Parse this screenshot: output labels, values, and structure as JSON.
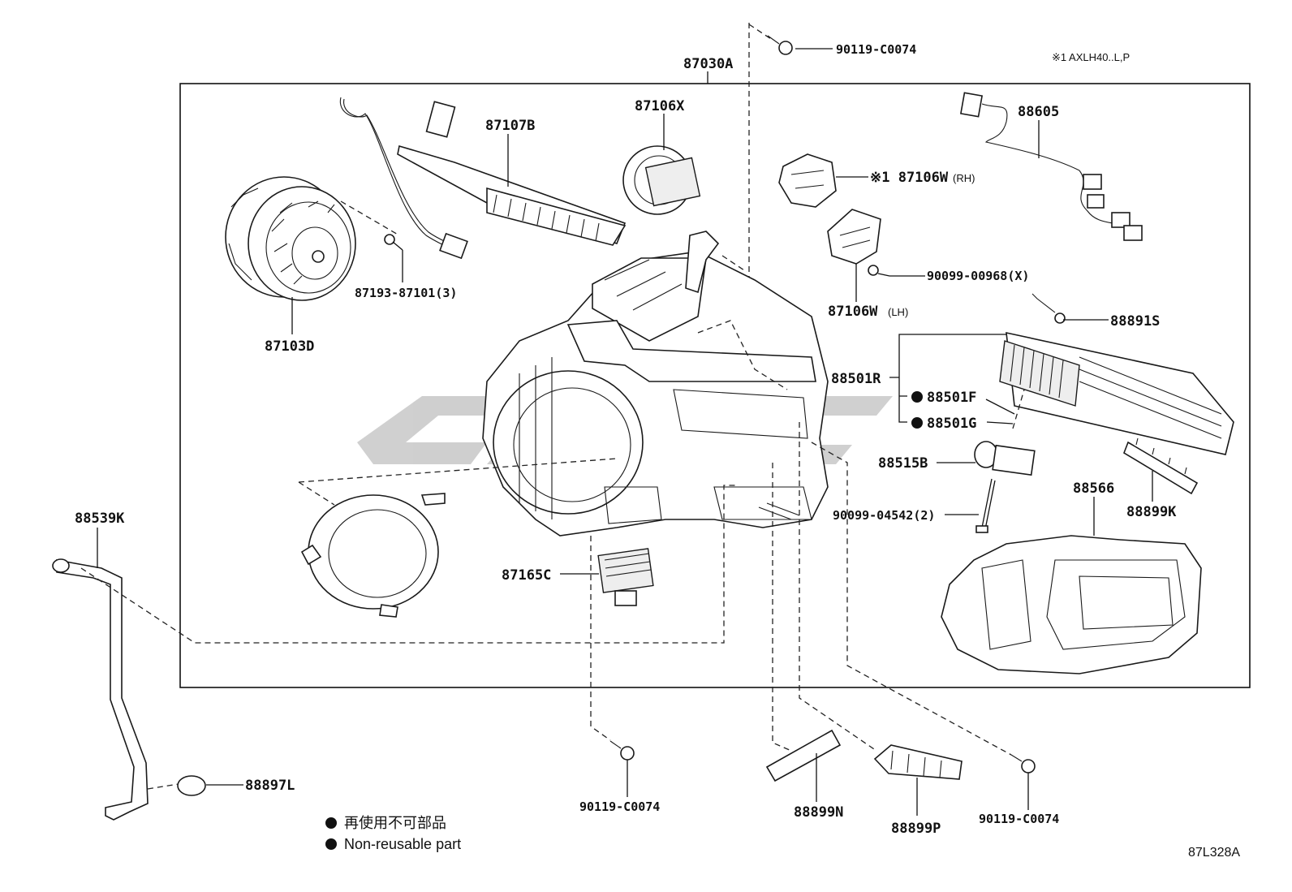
{
  "labels": {
    "p87030A": "87030A",
    "p87107B": "87107B",
    "p87106X": "87106X",
    "p87106W_rh": "※1 87106W",
    "rh": "(RH)",
    "p87106W_lh": "87106W",
    "lh": "(LH)",
    "p88605": "88605",
    "p90119_top": "90119-C0074",
    "note_model": "※1 AXLH40..L,P",
    "p87193": "87193-87101(3)",
    "p87103D": "87103D",
    "p90099_00968": "90099-00968(X)",
    "p88891S": "88891S",
    "p88501R": "88501R",
    "p88501F": "88501F",
    "p88501G": "88501G",
    "p88515B": "88515B",
    "p90099_04542": "90099-04542(2)",
    "p88899K": "88899K",
    "p88566": "88566",
    "p88539K": "88539K",
    "p87165C": "87165C",
    "p88897L": "88897L",
    "p90119_bl": "90119-C0074",
    "p88899N": "88899N",
    "p88899P": "88899P",
    "p90119_br": "90119-C0074",
    "legend_jp": "再使用不可部品",
    "legend_en": "Non-reusable part",
    "diagram_ref": "87L328A"
  }
}
